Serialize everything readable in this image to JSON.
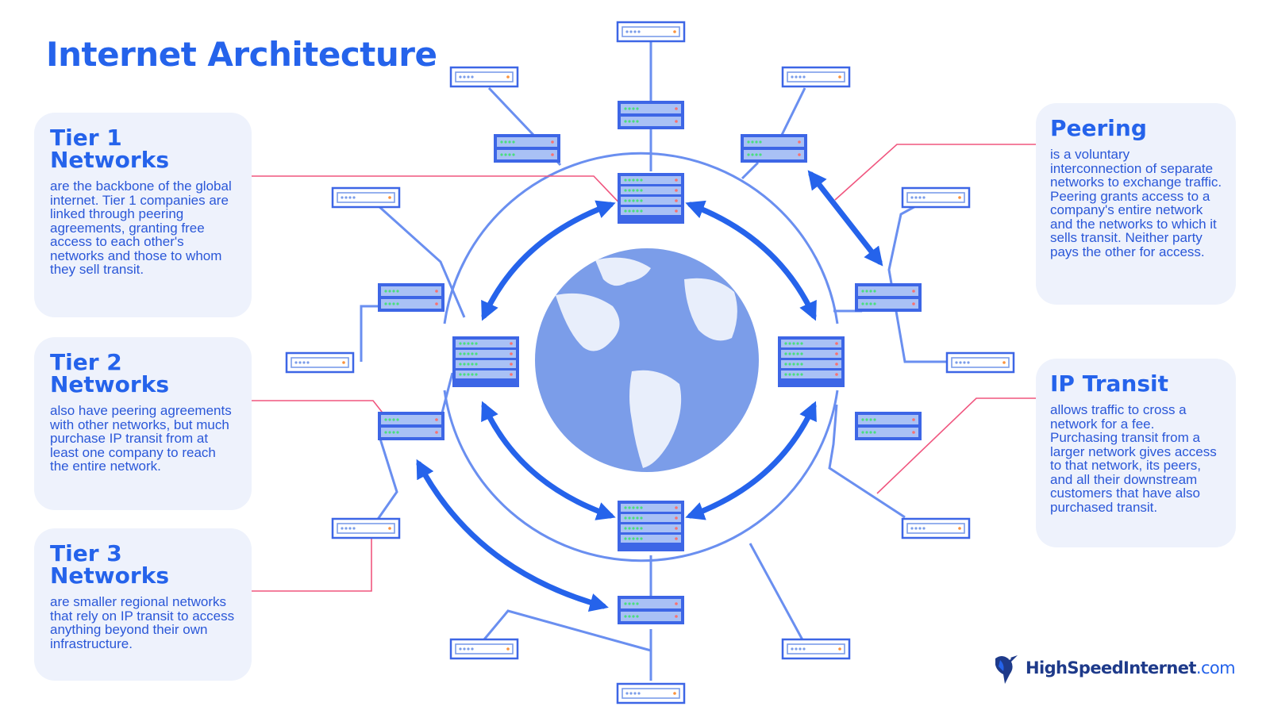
{
  "title": "Internet Architecture",
  "cards": {
    "tier1": {
      "title_line1": "Tier 1",
      "title_line2": "Networks",
      "body": "are the backbone of the global internet.  Tier 1 companies are linked through peering agreements, granting free access to each other's networks and those to whom they sell transit."
    },
    "tier2": {
      "title_line1": "Tier 2",
      "title_line2": "Networks",
      "body": "also have peering agreements with other networks, but much purchase IP transit from at least one company to reach the entire network."
    },
    "tier3": {
      "title_line1": "Tier 3",
      "title_line2": "Networks",
      "body": "are smaller regional networks that rely on IP transit to access anything beyond their own infrastructure."
    },
    "peering": {
      "title": "Peering",
      "body": "is a voluntary interconnection of separate networks to exchange traffic. Peering grants access to a company's entire network and the networks to which it sells transit. Neither party pays the other for access."
    },
    "ip_transit": {
      "title": "IP Transit",
      "body": "allows traffic to cross a network for a fee. Purchasing transit from a larger network gives access to that network, its peers, and all their downstream customers that have also purchased transit."
    }
  },
  "logo": {
    "name": "HighSpeedInternet",
    "suffix": ".com",
    "icon": "hummingbird-icon"
  },
  "colors": {
    "primary": "#2563eb",
    "server_fill": "#a9c1f5",
    "server_stroke": "#3d66e6",
    "globe": "#7b9de9",
    "leader_line": "#f0567f",
    "card_bg": "#eef2fc"
  }
}
